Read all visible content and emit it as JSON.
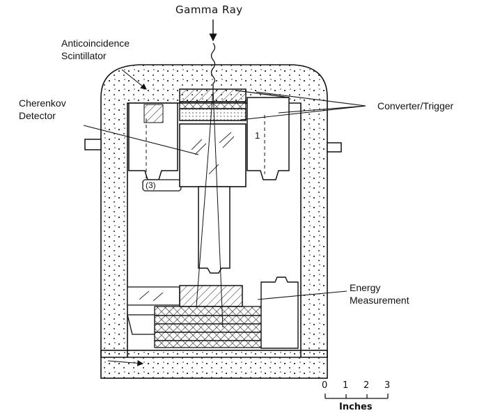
{
  "figure": {
    "title": "Gamma Ray",
    "labels": {
      "anticoincidence": [
        "Anticoincidence",
        "Scintillator"
      ],
      "cherenkov": [
        "Cherenkov",
        "Detector"
      ],
      "converter": "Converter/Trigger",
      "energy": [
        "Energy",
        "Measurement"
      ]
    },
    "markers": {
      "phototube_1": "1",
      "phototube_3": "(3)"
    },
    "scale_bar": {
      "ticks": [
        "0",
        "1",
        "2",
        "3"
      ],
      "unit": "Inches"
    }
  }
}
